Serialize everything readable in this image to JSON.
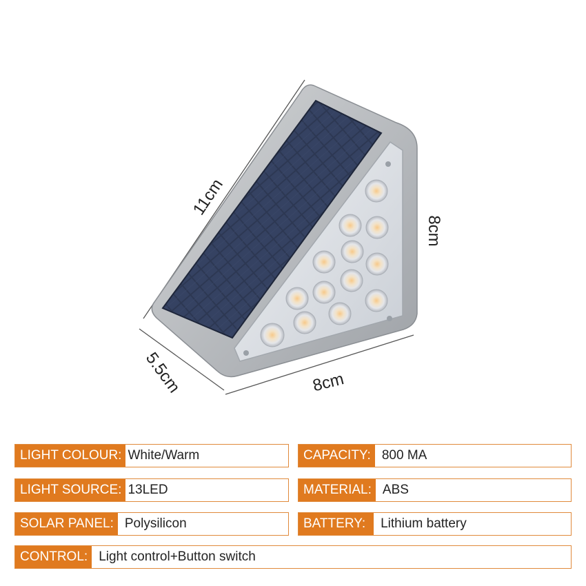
{
  "dimensions": {
    "length": "11cm",
    "height": "8cm",
    "depth": "5.5cm",
    "width": "8cm"
  },
  "product": {
    "led_count": 13,
    "colors": {
      "frame": "#b9bcc0",
      "panel": "#2b3550",
      "led_glow": "#f2c690"
    }
  },
  "specs": [
    {
      "label": "LIGHT COLOUR:",
      "value": "White/Warm"
    },
    {
      "label": "CAPACITY:",
      "value": "800 MA"
    },
    {
      "label": "LIGHT SOURCE:",
      "value": "13LED"
    },
    {
      "label": "MATERIAL:",
      "value": "ABS"
    },
    {
      "label": "SOLAR PANEL:",
      "value": "Polysilicon"
    },
    {
      "label": "BATTERY:",
      "value": "Lithium battery"
    },
    {
      "label": "CONTROL:",
      "value": "Light control+Button switch"
    }
  ],
  "accent": "#e07a1f"
}
